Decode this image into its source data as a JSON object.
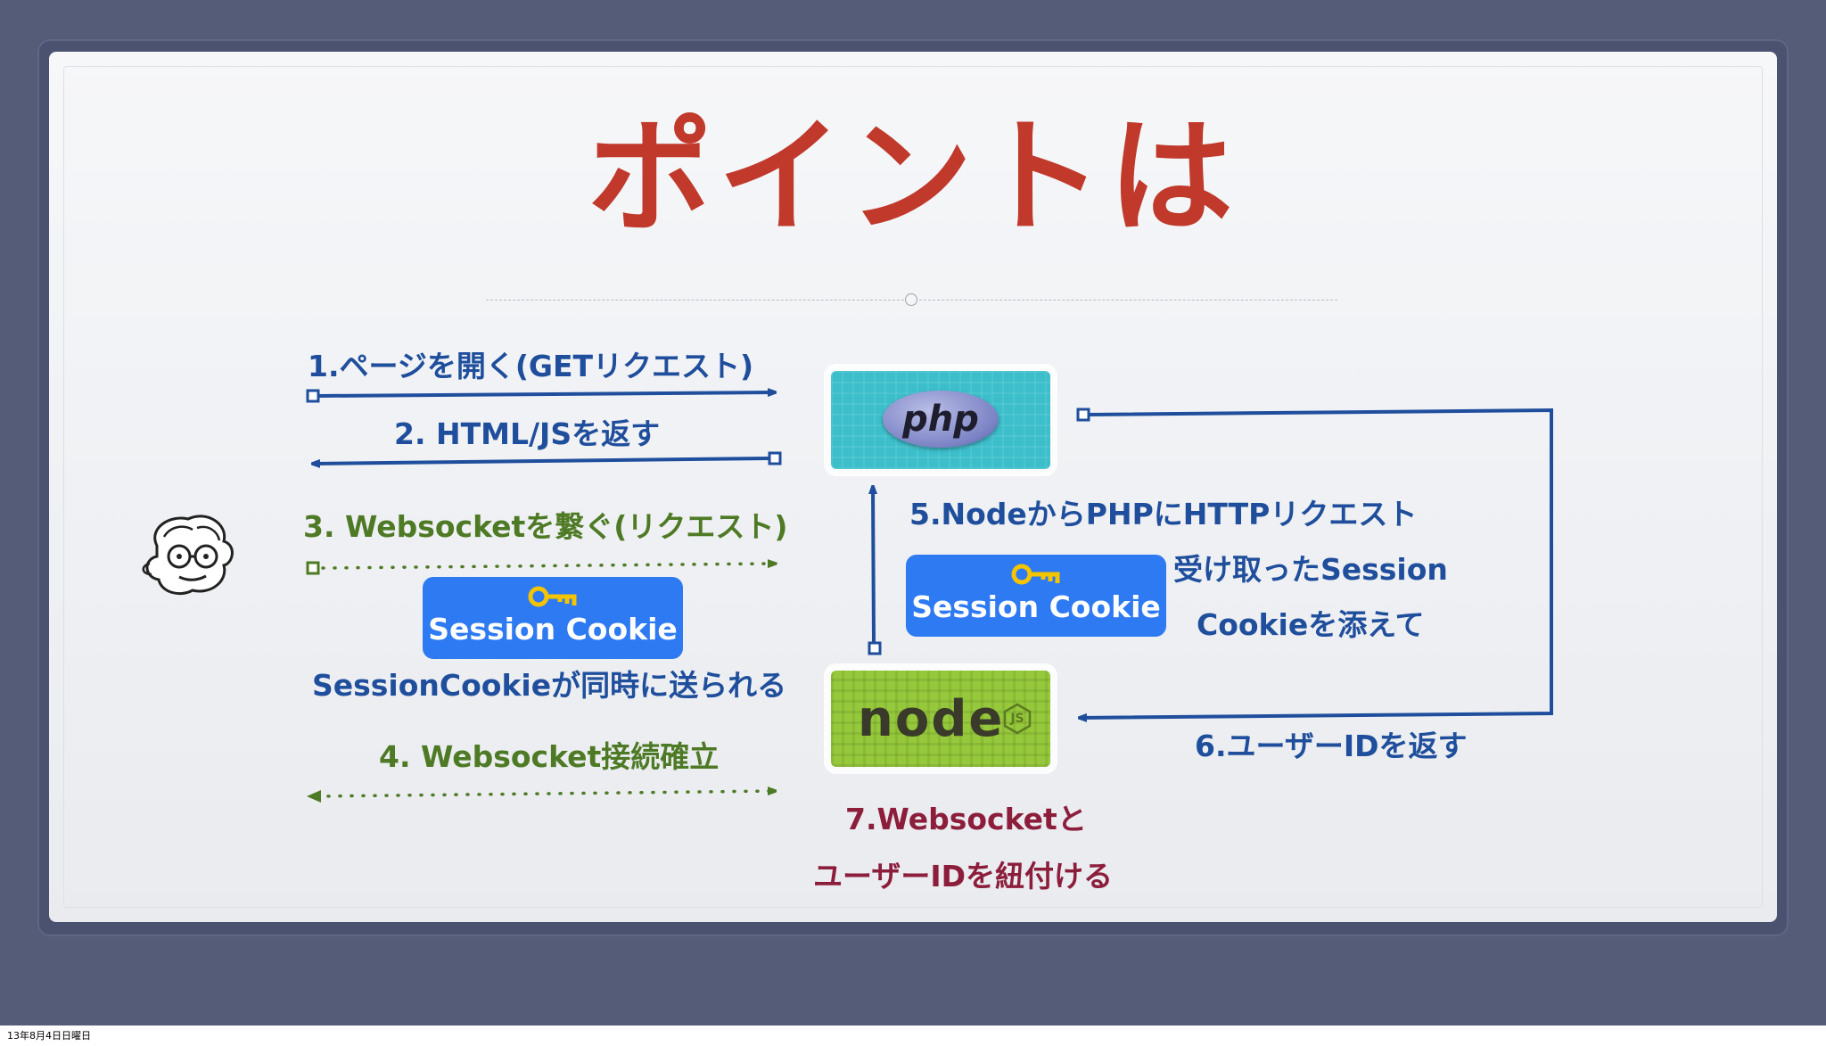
{
  "slide": {
    "title": "ポイントは"
  },
  "steps": {
    "step1": "1.ページを開く(GETリクエスト)",
    "step2": "2. HTML/JSを返す",
    "step3": "3. Websocketを繋ぐ(リクエスト)",
    "step3_note": "SessionCookieが同時に送られる",
    "step4": "4. Websocket接続確立",
    "step5": "5.NodeからPHPにHTTPリクエスト",
    "step5_note_line1": "受け取ったSession",
    "step5_note_line2": "Cookieを添えて",
    "step6": "6.ユーザーIDを返す",
    "step7_line1": "7.Websocketと",
    "step7_line2": "ユーザーIDを紐付ける"
  },
  "badges": {
    "cookie_left": "Session Cookie",
    "cookie_right": "Session Cookie"
  },
  "logos": {
    "php": "php",
    "node": "node",
    "node_js": "JS"
  },
  "icons": {
    "person": "person-face-icon",
    "key": "key-icon"
  },
  "colors": {
    "title": "#c0392b",
    "blue": "#1f4e9c",
    "green": "#4e7a25",
    "maroon": "#8c1e3c",
    "badge": "#2e7af2",
    "php_bg": "#3cbfcb",
    "node_bg": "#95c83a"
  },
  "footer": {
    "timestamp": "13年8月4日日曜日"
  }
}
